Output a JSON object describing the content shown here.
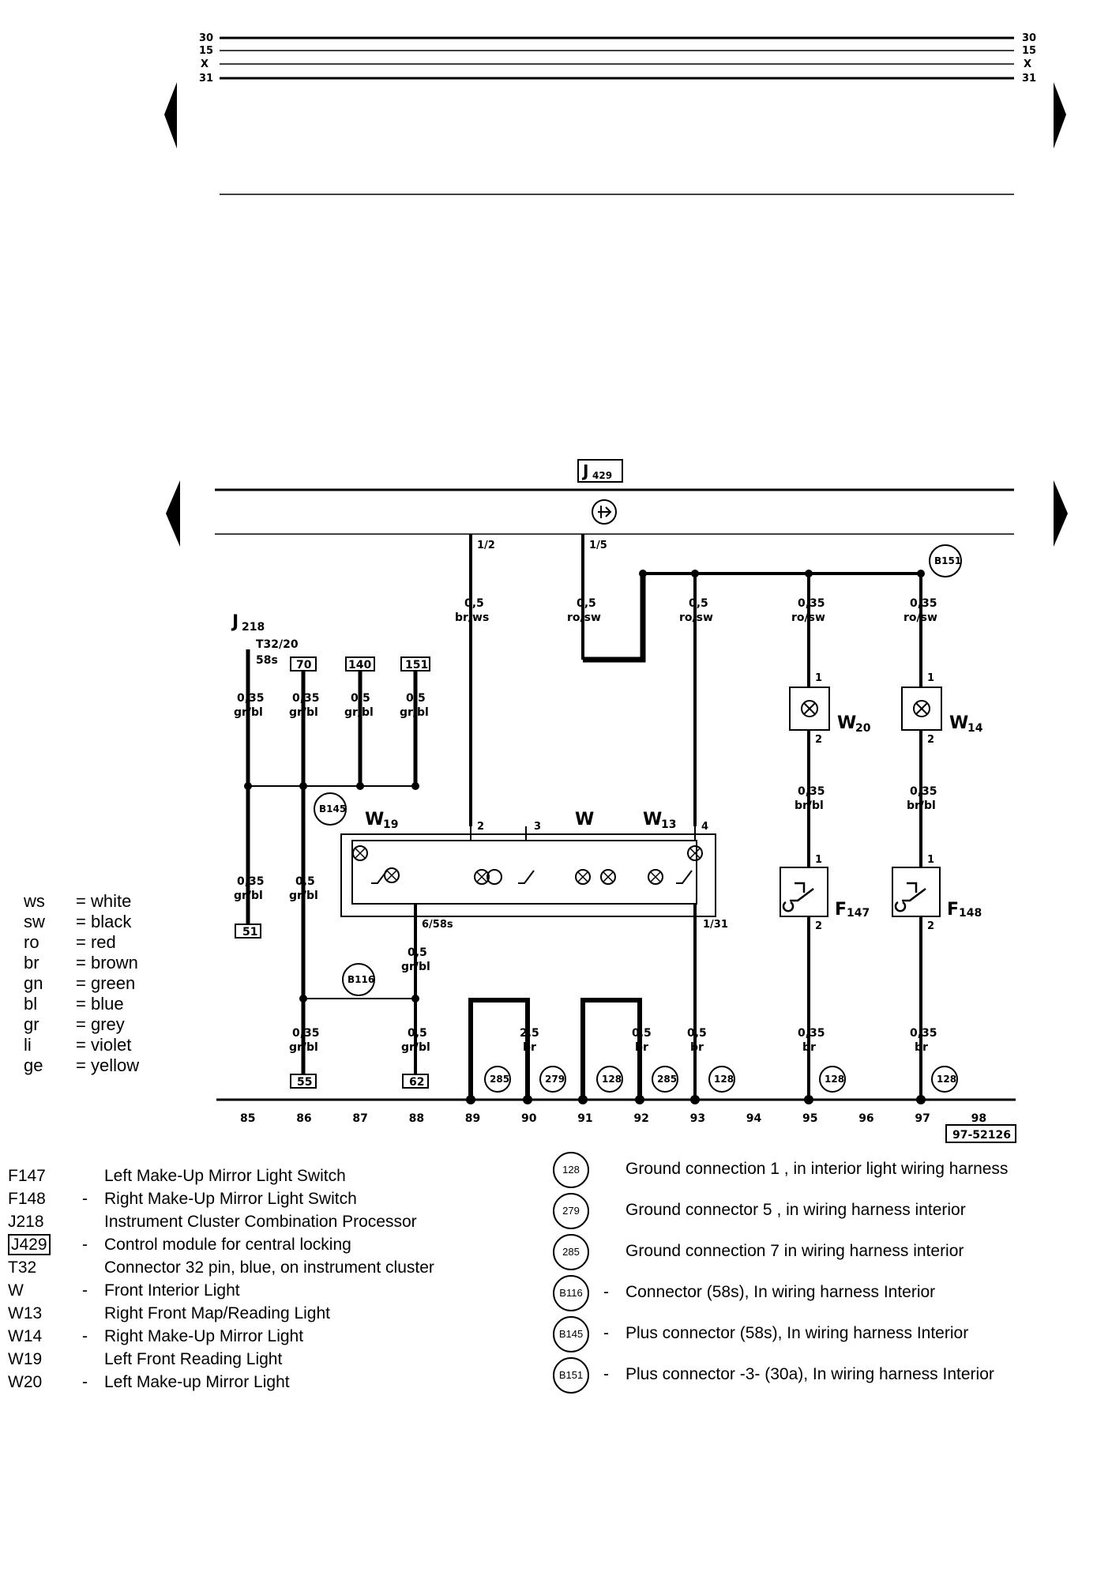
{
  "top_rails": {
    "labels": [
      "30",
      "15",
      "X",
      "31"
    ]
  },
  "module": {
    "label": "J429",
    "sub": "429"
  },
  "wires": {
    "j218_label": "J218",
    "t32": "T32/20",
    "s58": "58s",
    "refs": [
      "70",
      "140",
      "151"
    ],
    "w1": {
      "g": "0,35",
      "c": "gr/bl"
    },
    "w2": {
      "g": "0,35",
      "c": "gr/bl"
    },
    "w3": {
      "g": "0,5",
      "c": "gr/bl"
    },
    "w4": {
      "g": "0,5",
      "c": "gr/bl"
    },
    "w5": {
      "g": "0,5",
      "c": "br/ws"
    },
    "w6": {
      "g": "0,5",
      "c": "ro/sw"
    },
    "w7": {
      "g": "0,5",
      "c": "ro/sw"
    },
    "w8": {
      "g": "0,35",
      "c": "ro/sw"
    },
    "w9": {
      "g": "0,35",
      "c": "ro/sw"
    },
    "pin12": "1/2",
    "pin15": "1/5",
    "b151": "B151",
    "b145": "B145",
    "b116": "B116",
    "w20": "W20",
    "w14": "W14",
    "f147": "F147",
    "f148": "F148",
    "w19": "W19",
    "w": "W",
    "w13": "W13",
    "w10": {
      "g": "0,35",
      "c": "br/bl"
    },
    "w11": {
      "g": "0,35",
      "c": "br/bl"
    },
    "w12": {
      "g": "0,35",
      "c": "gr/bl"
    },
    "w13w": {
      "g": "0,5",
      "c": "gr/bl"
    },
    "w14w": {
      "g": "0,5",
      "c": "gr/bl"
    },
    "ref51": "51",
    "pin658": "6/58s",
    "pin131": "1/31",
    "lower": [
      {
        "g": "0,35",
        "c": "gr/bl"
      },
      {
        "g": "0,5",
        "c": "gr/bl"
      },
      {
        "g": "2,5",
        "c": "br"
      },
      {
        "g": "0,5",
        "c": "br"
      },
      {
        "g": "0,5",
        "c": "br"
      },
      {
        "g": "0,35",
        "c": "br"
      },
      {
        "g": "0,35",
        "c": "br"
      }
    ],
    "ref55": "55",
    "ref62": "62",
    "grounds": [
      "285",
      "279",
      "128",
      "285",
      "128",
      "128",
      "128"
    ],
    "pins": {
      "p1": "1",
      "p2": "2",
      "p3": "3",
      "p4": "4"
    }
  },
  "scale": [
    "85",
    "86",
    "87",
    "88",
    "89",
    "90",
    "91",
    "92",
    "93",
    "94",
    "95",
    "96",
    "97",
    "98"
  ],
  "diagram_id": "97-52126",
  "color_legend": [
    {
      "k": "ws",
      "v": "= white"
    },
    {
      "k": "sw",
      "v": "= black"
    },
    {
      "k": "ro",
      "v": "= red"
    },
    {
      "k": "br",
      "v": "= brown"
    },
    {
      "k": "gn",
      "v": "= green"
    },
    {
      "k": "bl",
      "v": "= blue"
    },
    {
      "k": "gr",
      "v": "= grey"
    },
    {
      "k": "li",
      "v": "= violet"
    },
    {
      "k": "ge",
      "v": "= yellow"
    }
  ],
  "components": [
    {
      "code": "F147",
      "dash": "",
      "desc": "Left Make-Up Mirror Light Switch"
    },
    {
      "code": "F148",
      "dash": "-",
      "desc": "Right Make-Up Mirror Light Switch"
    },
    {
      "code": "J218",
      "dash": "",
      "desc": "Instrument Cluster Combination Processor"
    },
    {
      "code": "J429",
      "dash": "-",
      "desc": "Control module for central locking",
      "boxed": true
    },
    {
      "code": "T32",
      "dash": "",
      "desc": "Connector 32 pin, blue, on instrument cluster"
    },
    {
      "code": "W",
      "dash": "-",
      "desc": "Front Interior Light"
    },
    {
      "code": "W13",
      "dash": "",
      "desc": "Right Front Map/Reading Light"
    },
    {
      "code": "W14",
      "dash": "-",
      "desc": "Right Make-Up Mirror Light"
    },
    {
      "code": "W19",
      "dash": "",
      "desc": "Left Front Reading Light"
    },
    {
      "code": "W20",
      "dash": "-",
      "desc": "Left Make-up Mirror Light"
    }
  ],
  "ground_key": [
    {
      "id": "128",
      "dash": "",
      "desc": "Ground connection 1 , in interior light wiring harness"
    },
    {
      "id": "279",
      "dash": "",
      "desc": "Ground connector 5 , in wiring harness interior"
    },
    {
      "id": "285",
      "dash": "",
      "desc": "Ground connection 7 in wiring harness interior"
    },
    {
      "id": "B116",
      "dash": "-",
      "desc": "Connector (58s), In wiring harness Interior"
    },
    {
      "id": "B145",
      "dash": "-",
      "desc": "Plus connector (58s), In wiring harness Interior"
    },
    {
      "id": "B151",
      "dash": "-",
      "desc": "Plus connector -3- (30a), In wiring harness Interior"
    }
  ]
}
